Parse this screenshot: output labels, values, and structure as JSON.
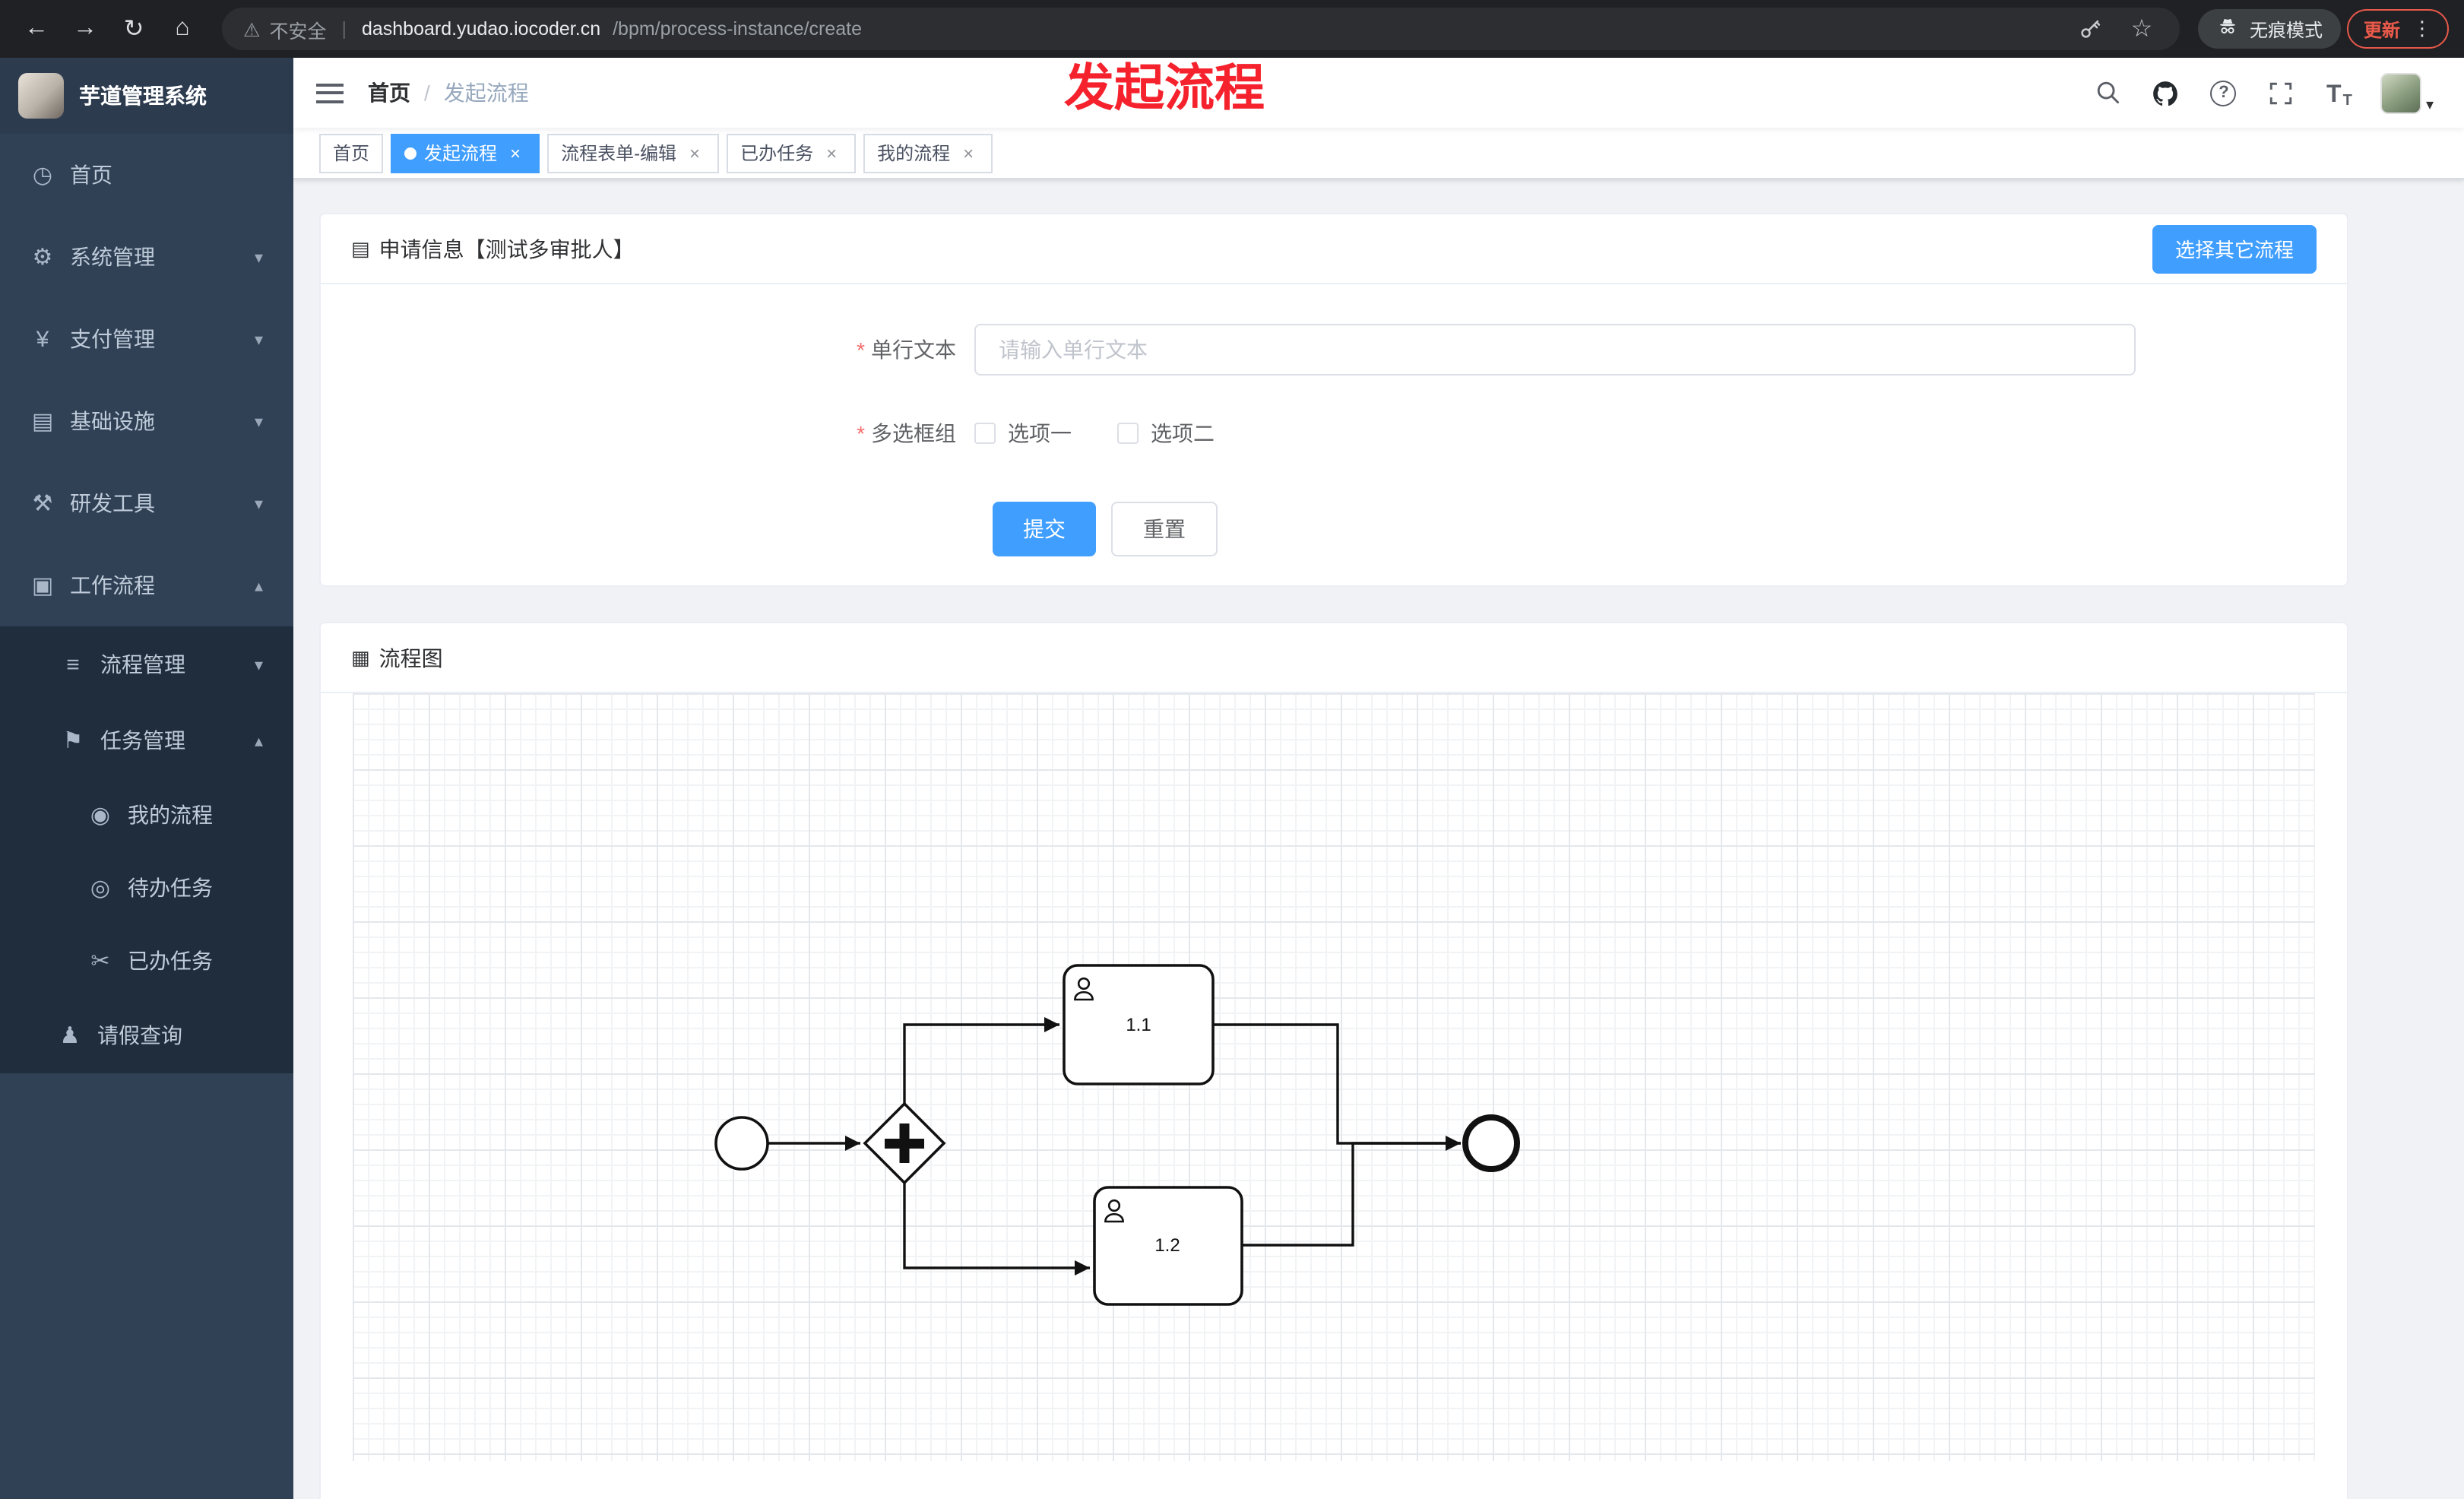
{
  "ui": {
    "close_glyph": "×",
    "required_mark": "*",
    "breadcrumb_separator": "/"
  },
  "browser": {
    "security_label": "不安全",
    "url_domain": "dashboard.yudao.iocoder.cn",
    "url_path": "/bpm/process-instance/create",
    "incognito_label": "无痕模式",
    "update_label": "更新"
  },
  "annotation": {
    "text": "发起流程"
  },
  "sidebar": {
    "logo_title": "芋道管理系统",
    "menu": [
      {
        "label": "首页",
        "glyph": "◷"
      },
      {
        "label": "系统管理",
        "glyph": "⚙",
        "chevron": "▾"
      },
      {
        "label": "支付管理",
        "glyph": "¥",
        "chevron": "▾"
      },
      {
        "label": "基础设施",
        "glyph": "▤",
        "chevron": "▾"
      },
      {
        "label": "研发工具",
        "glyph": "⚒",
        "chevron": "▾"
      },
      {
        "label": "工作流程",
        "glyph": "▣",
        "chevron": "▴"
      }
    ],
    "workflow_submenu": [
      {
        "label": "流程管理",
        "glyph": "≡",
        "chevron": "▾"
      },
      {
        "label": "任务管理",
        "glyph": "⚑",
        "chevron": "▴"
      }
    ],
    "task_submenu": [
      {
        "label": "我的流程",
        "glyph": "◉"
      },
      {
        "label": "待办任务",
        "glyph": "◎"
      },
      {
        "label": "已办任务",
        "glyph": "✂"
      }
    ],
    "leave_item": {
      "label": "请假查询",
      "glyph": "♟"
    }
  },
  "header": {
    "breadcrumb_root": "首页",
    "breadcrumb_current": "发起流程",
    "help_glyph": "?",
    "font_icon_glyph": "T"
  },
  "tabs": [
    {
      "label": "首页",
      "active": false,
      "closable": false
    },
    {
      "label": "发起流程",
      "active": true,
      "closable": true
    },
    {
      "label": "流程表单-编辑",
      "active": false,
      "closable": true
    },
    {
      "label": "已办任务",
      "active": false,
      "closable": true
    },
    {
      "label": "我的流程",
      "active": false,
      "closable": true
    }
  ],
  "form_card": {
    "icon_glyph": "▤",
    "title": "申请信息【测试多审批人】",
    "choose_other_button": "选择其它流程",
    "text_field": {
      "label": "单行文本",
      "required_mark": "*",
      "placeholder": "请输入单行文本",
      "value": ""
    },
    "checkbox_group": {
      "label": "多选框组",
      "required_mark": "*",
      "options": [
        {
          "label": "选项一",
          "checked": false
        },
        {
          "label": "选项二",
          "checked": false
        }
      ]
    },
    "submit_button": "提交",
    "reset_button": "重置"
  },
  "diagram_card": {
    "icon_glyph": "▦",
    "title": "流程图",
    "diagram": {
      "type": "bpmn",
      "nodes": [
        {
          "id": "start",
          "type": "start-event"
        },
        {
          "id": "gateway",
          "type": "parallel-gateway"
        },
        {
          "id": "task1",
          "type": "user-task",
          "label": "1.1"
        },
        {
          "id": "task2",
          "type": "user-task",
          "label": "1.2"
        },
        {
          "id": "end",
          "type": "end-event"
        }
      ],
      "flows": [
        [
          "start",
          "gateway"
        ],
        [
          "gateway",
          "task1"
        ],
        [
          "gateway",
          "task2"
        ],
        [
          "task1",
          "end"
        ],
        [
          "task2",
          "end"
        ]
      ]
    }
  }
}
